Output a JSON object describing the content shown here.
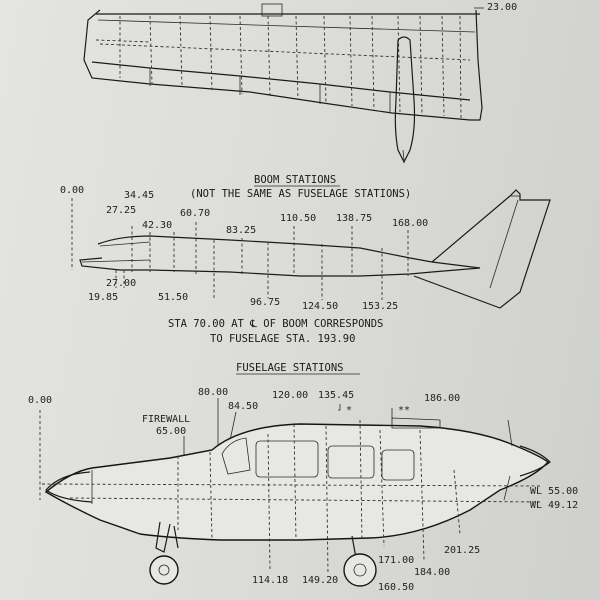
{
  "wing": {
    "top_station": "23.00"
  },
  "boom": {
    "title": "BOOM STATIONS",
    "subtitle": "(NOT THE SAME AS FUSELAGE STATIONS)",
    "stations": [
      "0.00",
      "34.45",
      "27.25",
      "42.30",
      "60.70",
      "83.25",
      "110.50",
      "138.75",
      "168.00",
      "27.00",
      "19.85",
      "51.50",
      "96.75",
      "124.50",
      "153.25"
    ],
    "note_line1": "STA 70.00 AT ℄ OF BOOM CORRESPONDS",
    "note_line2": "TO FUSELAGE STA. 193.90"
  },
  "fuselage": {
    "title": "FUSELAGE STATIONS",
    "firewall_label": "FIREWALL",
    "stations_top": [
      "0.00",
      "80.00",
      "84.50",
      "65.00",
      "120.00",
      "135.45",
      "186.00"
    ],
    "asterisk_1": "*",
    "asterisk_2": "**",
    "stations_bottom": [
      "114.18",
      "149.20",
      "160.50",
      "171.00",
      "184.00",
      "201.25"
    ],
    "wl_1": "WL 55.00",
    "wl_2": "WL 49.12"
  }
}
